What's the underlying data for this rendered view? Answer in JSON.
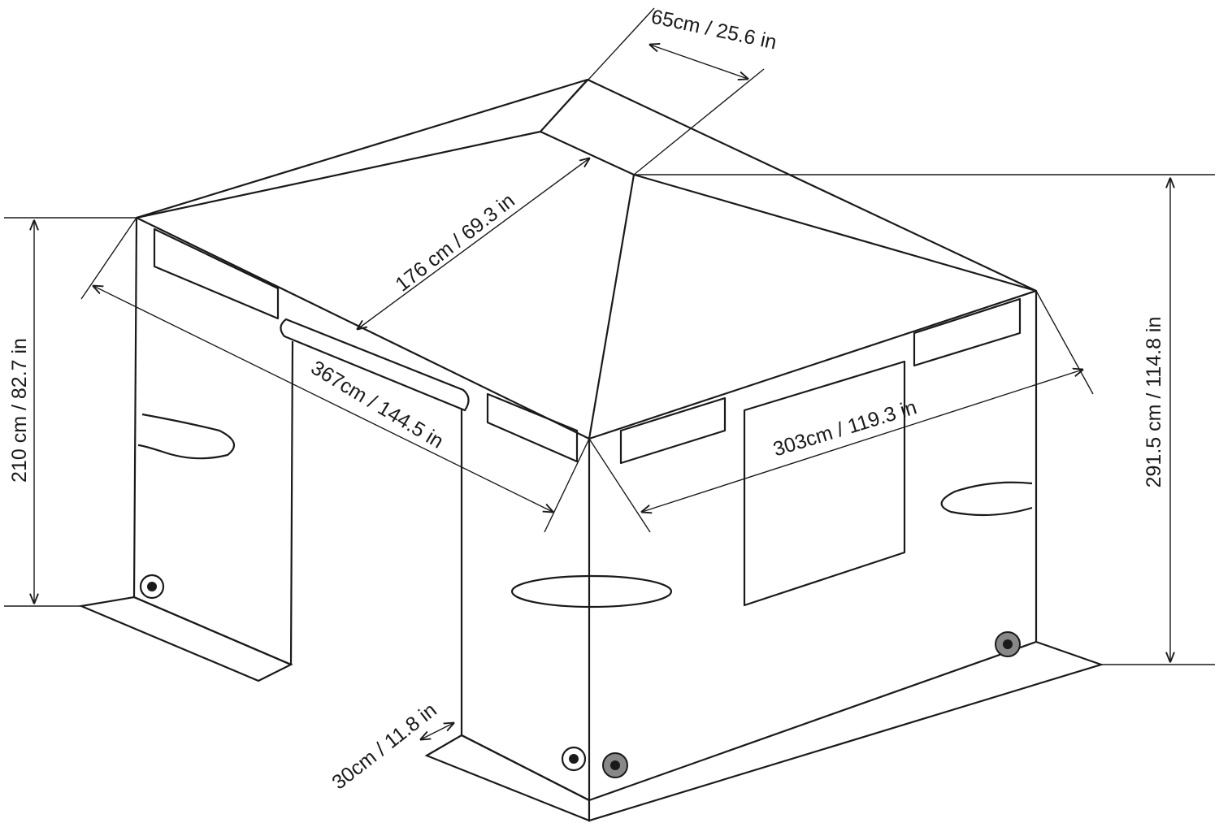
{
  "diagram": {
    "subject": "tent",
    "labels": {
      "roof_peak_width": "65cm / 25.6 in",
      "roof_diagonal": "176 cm / 69.3 in",
      "length": "367cm / 144.5 in",
      "width": "303cm / 119.3 in",
      "wall_height": "210 cm / 82.7 in",
      "total_height": "291.5 cm / 114.8 in",
      "skirt_width": "30cm / 11.8 in"
    },
    "colors": {
      "line": "#1a1a1a",
      "background": "#ffffff"
    }
  }
}
